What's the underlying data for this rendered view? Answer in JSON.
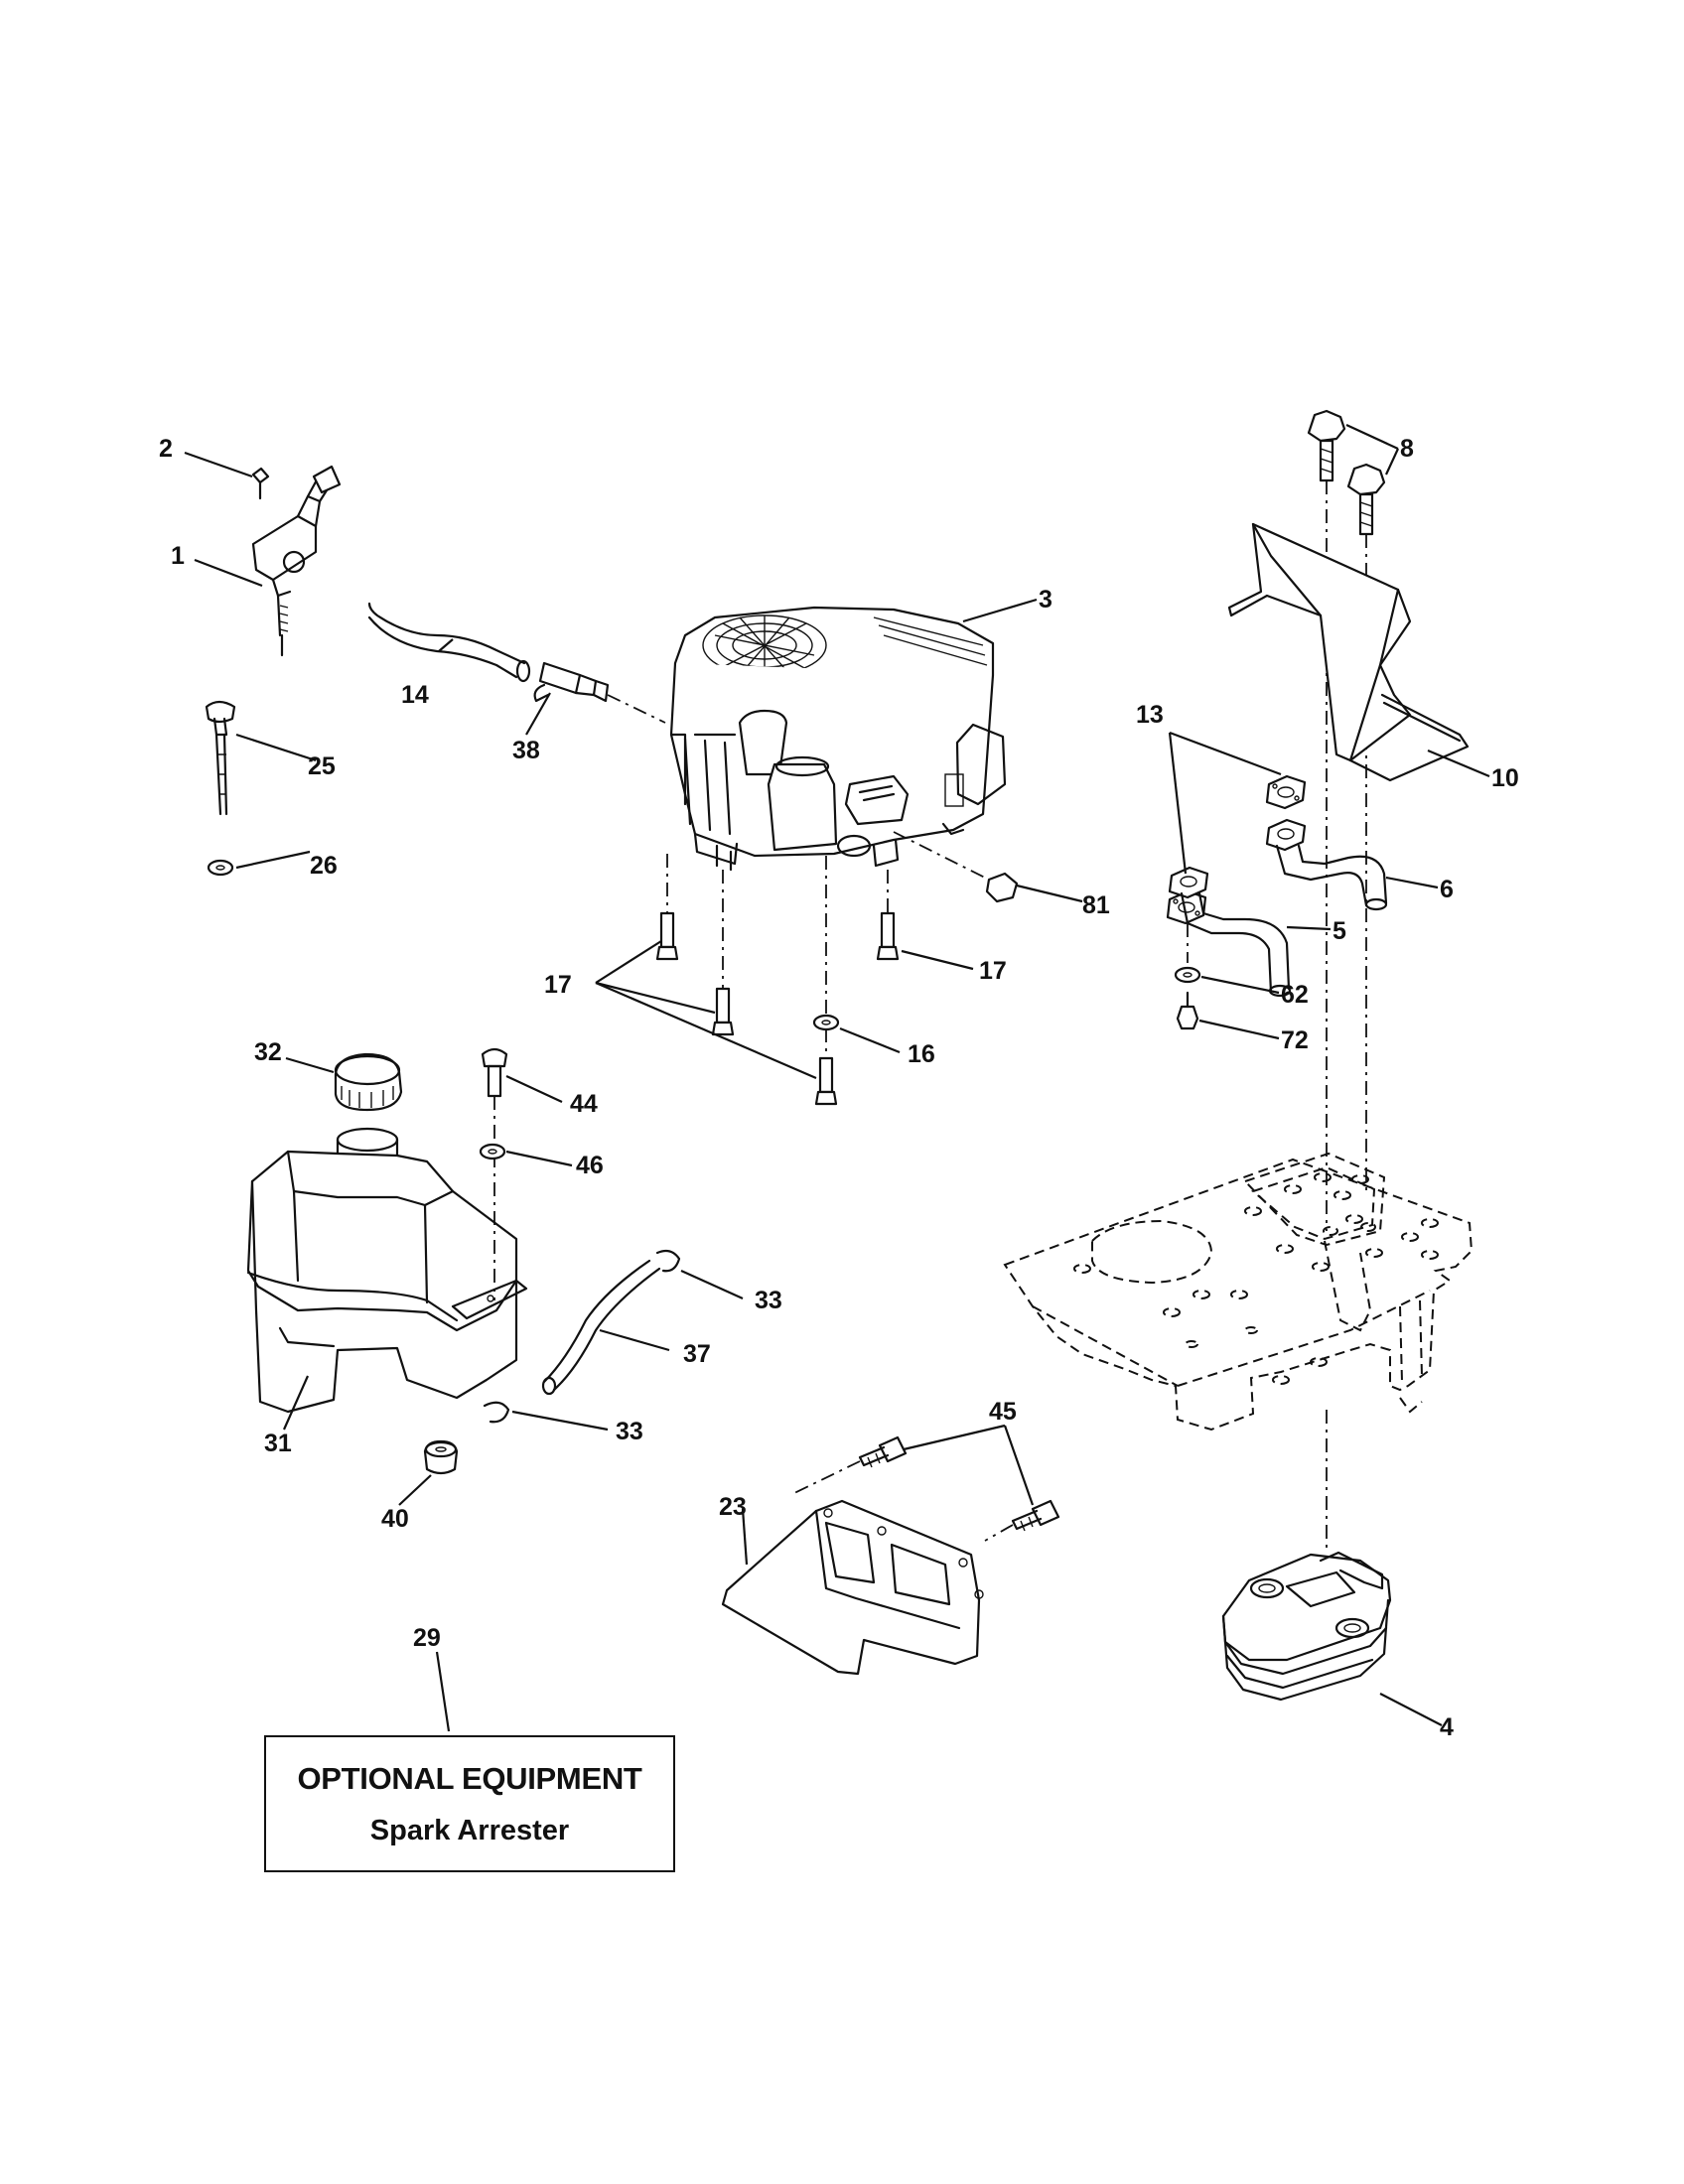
{
  "labels": {
    "p1": "1",
    "p2": "2",
    "p3": "3",
    "p4": "4",
    "p5": "5",
    "p6": "6",
    "p8": "8",
    "p10": "10",
    "p13": "13",
    "p14": "14",
    "p16": "16",
    "p17a": "17",
    "p17b": "17",
    "p23": "23",
    "p25": "25",
    "p26": "26",
    "p29": "29",
    "p31": "31",
    "p32": "32",
    "p33a": "33",
    "p33b": "33",
    "p37": "37",
    "p38": "38",
    "p40": "40",
    "p44": "44",
    "p45": "45",
    "p46": "46",
    "p62": "62",
    "p72": "72",
    "p81": "81"
  },
  "optional_box": {
    "title": "OPTIONAL EQUIPMENT",
    "subtitle": "Spark Arrester"
  }
}
